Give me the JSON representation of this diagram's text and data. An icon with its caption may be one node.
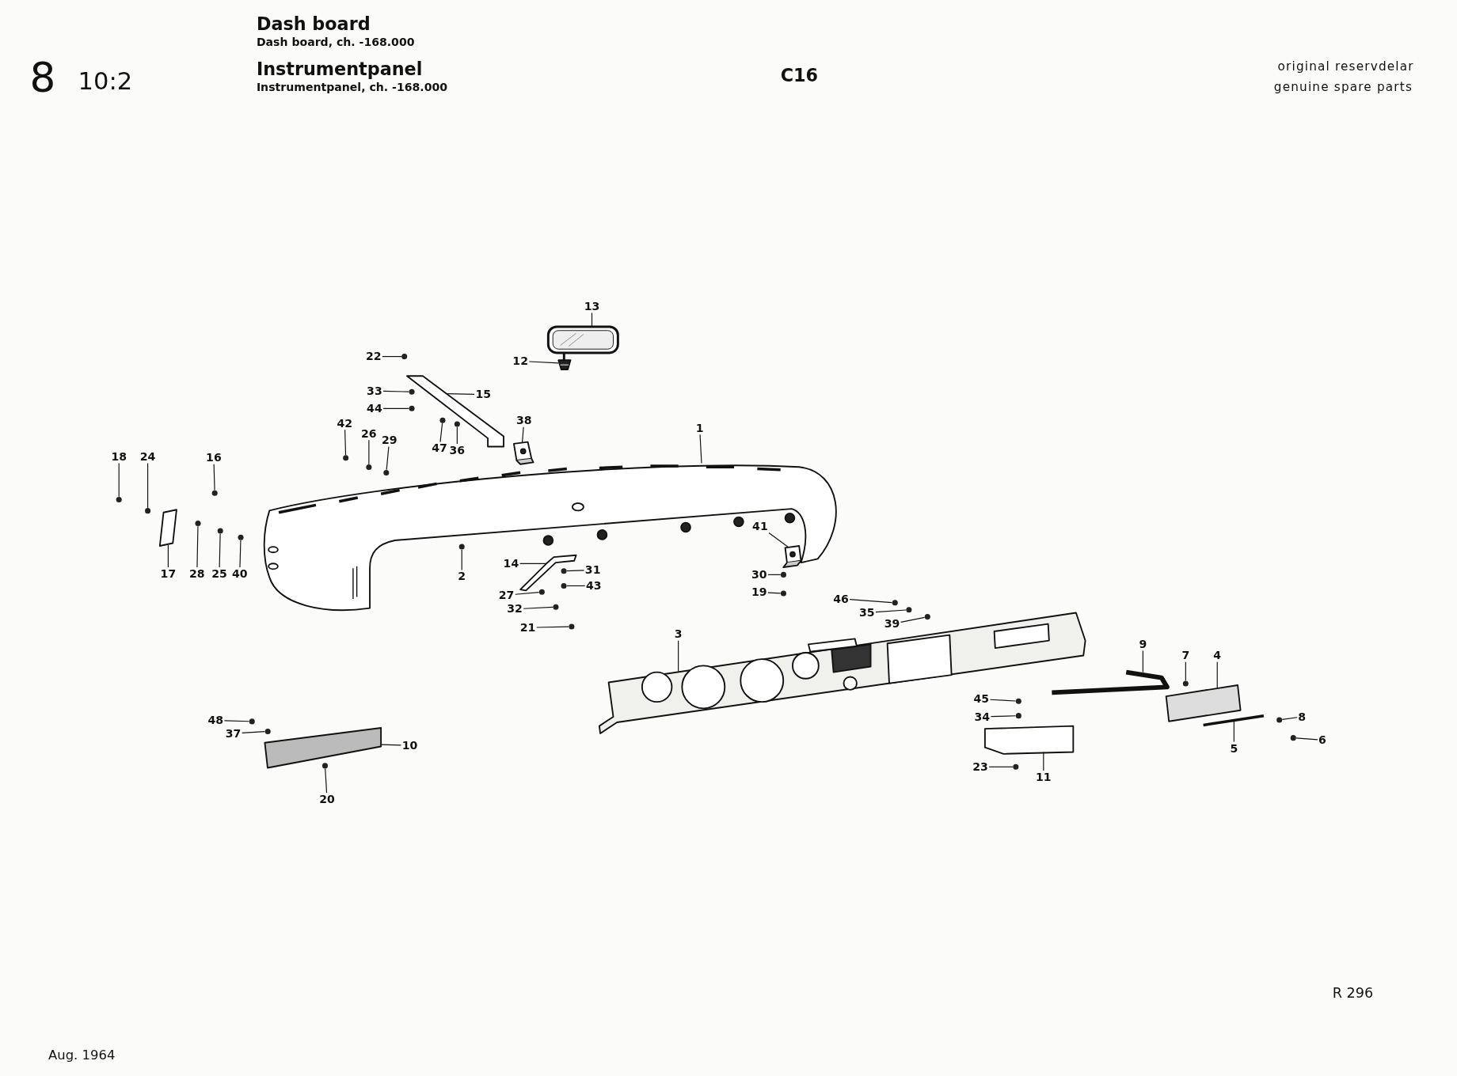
{
  "diagram": {
    "nodes": [
      {
        "text": [
          "13"
        ]
      },
      {
        "text": [
          "12"
        ]
      },
      {
        "text": [
          "22"
        ]
      },
      {
        "text": [
          "33"
        ]
      },
      {
        "text": [
          "44"
        ]
      },
      {
        "text": [
          "15"
        ]
      },
      {
        "text": [
          "42"
        ]
      },
      {
        "text": [
          "26"
        ]
      },
      {
        "text": [
          "29"
        ]
      },
      {
        "text": [
          "47"
        ]
      },
      {
        "text": [
          "36"
        ]
      },
      {
        "text": [
          "38"
        ]
      },
      {
        "text": [
          "1"
        ]
      },
      {
        "text": [
          "18"
        ]
      },
      {
        "text": [
          "24"
        ]
      },
      {
        "text": [
          "16"
        ]
      },
      {
        "text": [
          "17"
        ]
      },
      {
        "text": [
          "28"
        ]
      },
      {
        "text": [
          "25"
        ]
      },
      {
        "text": [
          "40"
        ]
      },
      {
        "text": [
          "2"
        ]
      },
      {
        "text": [
          "14"
        ]
      },
      {
        "text": [
          "31"
        ]
      },
      {
        "text": [
          "43"
        ]
      },
      {
        "text": [
          "27"
        ]
      },
      {
        "text": [
          "32"
        ]
      },
      {
        "text": [
          "21"
        ]
      },
      {
        "text": [
          "41"
        ]
      },
      {
        "text": [
          "30"
        ]
      },
      {
        "text": [
          "19"
        ]
      },
      {
        "text": [
          "46"
        ]
      },
      {
        "text": [
          "35"
        ]
      },
      {
        "text": [
          "39"
        ]
      },
      {
        "text": [
          "3"
        ]
      },
      {
        "text": [
          "9"
        ]
      },
      {
        "text": [
          "7"
        ]
      },
      {
        "text": [
          "4"
        ]
      },
      {
        "text": [
          "45"
        ]
      },
      {
        "text": [
          "34"
        ]
      },
      {
        "text": [
          "8"
        ]
      },
      {
        "text": [
          "6"
        ]
      },
      {
        "text": [
          "5"
        ]
      },
      {
        "text": [
          "23"
        ]
      },
      {
        "text": [
          "11"
        ]
      },
      {
        "text": [
          "48"
        ]
      },
      {
        "text": [
          "37"
        ]
      },
      {
        "text": [
          "10"
        ]
      },
      {
        "text": [
          "20"
        ]
      },
      {
        "text": [],
        "shape": "picture"
      },
      {
        "text": [],
        "shape": "picture"
      },
      {
        "text": [],
        "shape": "circle"
      },
      {
        "text": [],
        "shape": "circle"
      },
      {
        "text": [],
        "shape": "circle"
      },
      {
        "text": [],
        "shape": "picture"
      },
      {
        "text": [],
        "shape": "circle"
      },
      {
        "text": [],
        "shape": "circle"
      },
      {
        "text": [],
        "shape": "circle"
      },
      {
        "text": [],
        "shape": "circle"
      },
      {
        "text": [],
        "shape": "circle"
      },
      {
        "text": [],
        "shape": "picture"
      },
      {
        "text": [],
        "shape": "picture"
      },
      {
        "text": [],
        "shape": "circle"
      },
      {
        "text": [],
        "shape": "circle"
      },
      {
        "text": [],
        "shape": "circle"
      },
      {
        "text": [],
        "shape": "picture"
      },
      {
        "text": [],
        "shape": "circle"
      },
      {
        "text": [],
        "shape": "circle"
      },
      {
        "text": [],
        "shape": "circle"
      },
      {
        "text": [],
        "shape": "circle"
      },
      {
        "text": [],
        "shape": "picture"
      },
      {
        "text": [],
        "shape": "circle"
      },
      {
        "text": [],
        "shape": "circle"
      },
      {
        "text": [],
        "shape": "circle"
      },
      {
        "text": [],
        "shape": "circle"
      },
      {
        "text": [],
        "shape": "circle"
      },
      {
        "text": [],
        "shape": "picture"
      },
      {
        "text": [],
        "shape": "circle"
      },
      {
        "text": [],
        "shape": "circle"
      },
      {
        "text": [],
        "shape": "circle"
      },
      {
        "text": [],
        "shape": "circle"
      },
      {
        "text": [],
        "shape": "circle"
      },
      {
        "text": [],
        "shape": "picture"
      },
      {
        "text": [],
        "shape": "picture"
      },
      {
        "text": [],
        "shape": "circle"
      },
      {
        "text": [],
        "shape": "picture"
      },
      {
        "text": [],
        "shape": "circle"
      },
      {
        "text": [],
        "shape": "circle"
      },
      {
        "text": [],
        "shape": "circle"
      },
      {
        "text": [],
        "shape": "circle"
      },
      {
        "text": [],
        "shape": "picture"
      },
      {
        "text": [],
        "shape": "circle"
      },
      {
        "text": [],
        "shape": "picture"
      },
      {
        "text": [],
        "shape": "circle"
      },
      {
        "text": [],
        "shape": "circle"
      },
      {
        "text": [],
        "shape": "picture"
      },
      {
        "text": [],
        "shape": "circle"
      }
    ],
    "edges": [
      {
        "from": 0,
        "to": 48,
        "arrow": "none"
      },
      {
        "from": 1,
        "to": 49,
        "arrow": "none"
      },
      {
        "from": 2,
        "to": 50,
        "arrow": "none"
      },
      {
        "from": 3,
        "to": 51,
        "arrow": "none"
      },
      {
        "from": 4,
        "to": 52,
        "arrow": "none"
      },
      {
        "from": 5,
        "to": 53,
        "arrow": "none"
      },
      {
        "from": 6,
        "to": 54,
        "arrow": "none"
      },
      {
        "from": 7,
        "to": 55,
        "arrow": "none"
      },
      {
        "from": 8,
        "to": 56,
        "arrow": "none"
      },
      {
        "from": 9,
        "to": 57,
        "arrow": "none"
      },
      {
        "from": 10,
        "to": 58,
        "arrow": "none"
      },
      {
        "from": 11,
        "to": 59,
        "arrow": "none"
      },
      {
        "from": 12,
        "to": 60,
        "arrow": "none"
      },
      {
        "from": 13,
        "to": 61,
        "arrow": "none"
      },
      {
        "from": 14,
        "to": 62,
        "arrow": "none"
      },
      {
        "from": 15,
        "to": 63,
        "arrow": "none"
      },
      {
        "from": 16,
        "to": 64,
        "arrow": "none"
      },
      {
        "from": 17,
        "to": 65,
        "arrow": "none"
      },
      {
        "from": 18,
        "to": 66,
        "arrow": "none"
      },
      {
        "from": 19,
        "to": 67,
        "arrow": "none"
      },
      {
        "from": 20,
        "to": 68,
        "arrow": "none"
      },
      {
        "from": 21,
        "to": 69,
        "arrow": "none"
      },
      {
        "from": 22,
        "to": 70,
        "arrow": "none"
      },
      {
        "from": 23,
        "to": 71,
        "arrow": "none"
      },
      {
        "from": 24,
        "to": 72,
        "arrow": "none"
      },
      {
        "from": 25,
        "to": 73,
        "arrow": "none"
      },
      {
        "from": 26,
        "to": 74,
        "arrow": "none"
      },
      {
        "from": 27,
        "to": 75,
        "arrow": "none"
      },
      {
        "from": 28,
        "to": 76,
        "arrow": "none"
      },
      {
        "from": 29,
        "to": 77,
        "arrow": "none"
      },
      {
        "from": 30,
        "to": 78,
        "arrow": "none"
      },
      {
        "from": 31,
        "to": 79,
        "arrow": "none"
      },
      {
        "from": 32,
        "to": 80,
        "arrow": "none"
      },
      {
        "from": 33,
        "to": 81,
        "arrow": "none"
      },
      {
        "from": 34,
        "to": 82,
        "arrow": "none"
      },
      {
        "from": 35,
        "to": 83,
        "arrow": "none"
      },
      {
        "from": 36,
        "to": 84,
        "arrow": "none"
      },
      {
        "from": 37,
        "to": 85,
        "arrow": "none"
      },
      {
        "from": 38,
        "to": 86,
        "arrow": "none"
      },
      {
        "from": 39,
        "to": 87,
        "arrow": "none"
      },
      {
        "from": 40,
        "to": 88,
        "arrow": "none"
      },
      {
        "from": 41,
        "to": 89,
        "arrow": "none"
      },
      {
        "from": 42,
        "to": 90,
        "arrow": "none"
      },
      {
        "from": 43,
        "to": 91,
        "arrow": "none"
      },
      {
        "from": 44,
        "to": 92,
        "arrow": "none"
      },
      {
        "from": 45,
        "to": 93,
        "arrow": "none"
      },
      {
        "from": 46,
        "to": 94,
        "arrow": "none"
      },
      {
        "from": 47,
        "to": 95,
        "arrow": "none"
      }
    ],
    "labels": [
      "8",
      "10:2",
      "Dash board",
      "Dash board, ch. -168.000",
      "Instrumentpanel",
      "Instrumentpanel, ch. -168.000",
      "C16",
      "original reservdelar",
      "genuine spare parts",
      "R 296",
      "Aug. 1964"
    ]
  }
}
